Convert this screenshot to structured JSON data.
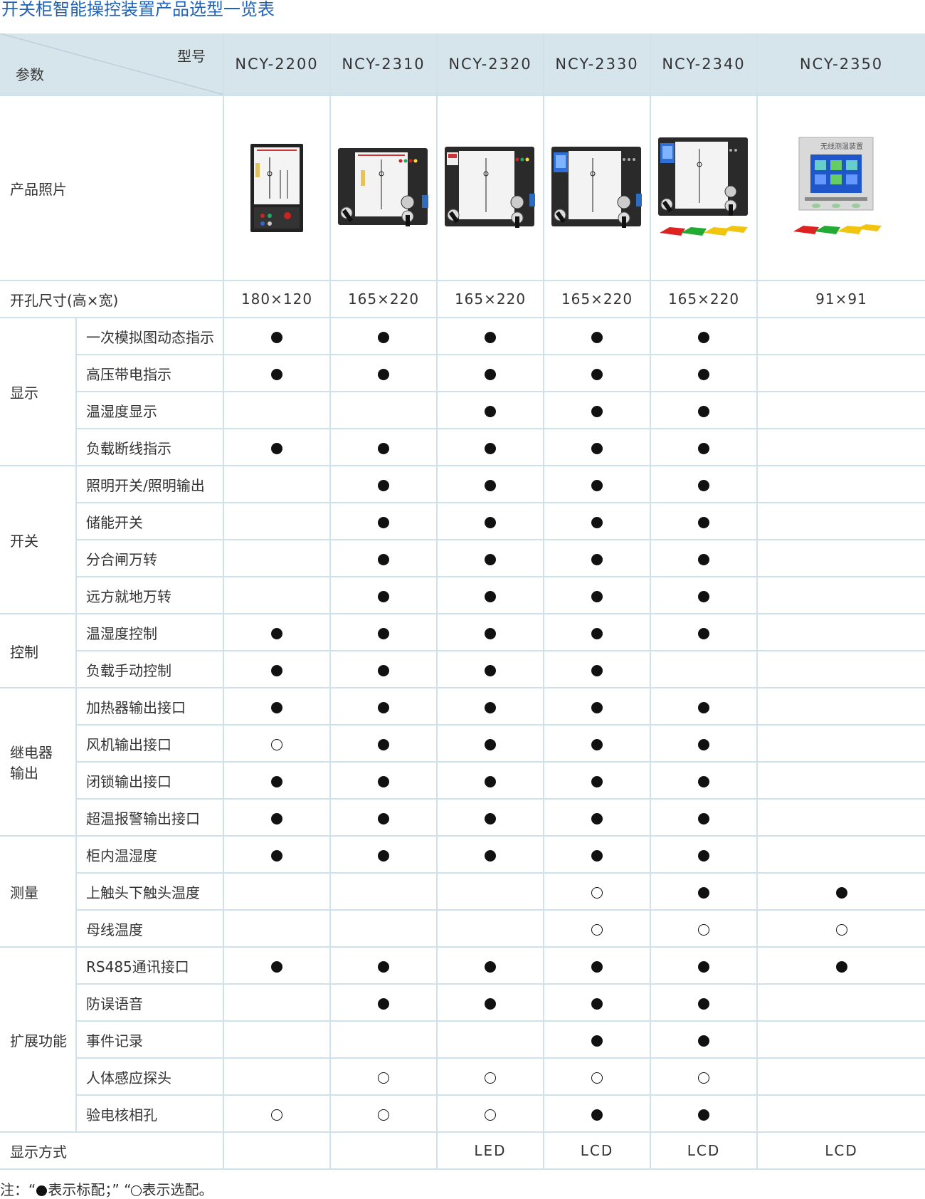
{
  "title": "开关柜智能操控装置产品选型一览表",
  "header": {
    "x_label": "型号",
    "y_label": "参数",
    "models": [
      "NCY-2200",
      "NCY-2310",
      "NCY-2320",
      "NCY-2330",
      "NCY-2340",
      "NCY-2350"
    ]
  },
  "photo_row": {
    "label": "产品照片"
  },
  "cutout_row": {
    "label": "开孔尺寸(高×宽)",
    "values": [
      "180×120",
      "165×220",
      "165×220",
      "165×220",
      "165×220",
      "91×91"
    ]
  },
  "groups": [
    {
      "name": "显示",
      "rows": [
        {
          "label": "一次模拟图动态指示",
          "marks": [
            "●",
            "●",
            "●",
            "●",
            "●",
            ""
          ]
        },
        {
          "label": "高压带电指示",
          "marks": [
            "●",
            "●",
            "●",
            "●",
            "●",
            ""
          ]
        },
        {
          "label": "温湿度显示",
          "marks": [
            "",
            "",
            "●",
            "●",
            "●",
            ""
          ]
        },
        {
          "label": "负载断线指示",
          "marks": [
            "●",
            "●",
            "●",
            "●",
            "●",
            ""
          ]
        }
      ]
    },
    {
      "name": "开关",
      "rows": [
        {
          "label": "照明开关/照明输出",
          "marks": [
            "",
            "●",
            "●",
            "●",
            "●",
            ""
          ]
        },
        {
          "label": "储能开关",
          "marks": [
            "",
            "●",
            "●",
            "●",
            "●",
            ""
          ]
        },
        {
          "label": "分合闸万转",
          "marks": [
            "",
            "●",
            "●",
            "●",
            "●",
            ""
          ]
        },
        {
          "label": "远方就地万转",
          "marks": [
            "",
            "●",
            "●",
            "●",
            "●",
            ""
          ]
        }
      ]
    },
    {
      "name": "控制",
      "rows": [
        {
          "label": "温湿度控制",
          "marks": [
            "●",
            "●",
            "●",
            "●",
            "●",
            ""
          ]
        },
        {
          "label": "负载手动控制",
          "marks": [
            "●",
            "●",
            "●",
            "●",
            "",
            ""
          ]
        }
      ]
    },
    {
      "name": "继电器\n输出",
      "rows": [
        {
          "label": "加热器输出接口",
          "marks": [
            "●",
            "●",
            "●",
            "●",
            "●",
            ""
          ]
        },
        {
          "label": "风机输出接口",
          "marks": [
            "○",
            "●",
            "●",
            "●",
            "●",
            ""
          ]
        },
        {
          "label": "闭锁输出接口",
          "marks": [
            "●",
            "●",
            "●",
            "●",
            "●",
            ""
          ]
        },
        {
          "label": "超温报警输出接口",
          "marks": [
            "●",
            "●",
            "●",
            "●",
            "●",
            ""
          ]
        }
      ]
    },
    {
      "name": "测量",
      "rows": [
        {
          "label": "柜内温湿度",
          "marks": [
            "●",
            "●",
            "●",
            "●",
            "●",
            ""
          ]
        },
        {
          "label": "上触头下触头温度",
          "marks": [
            "",
            "",
            "",
            "○",
            "●",
            "●"
          ]
        },
        {
          "label": "母线温度",
          "marks": [
            "",
            "",
            "",
            "○",
            "○",
            "○"
          ]
        }
      ]
    },
    {
      "name": "扩展功能",
      "rows": [
        {
          "label": "RS485通讯接口",
          "marks": [
            "●",
            "●",
            "●",
            "●",
            "●",
            "●"
          ]
        },
        {
          "label": "防误语音",
          "marks": [
            "",
            "●",
            "●",
            "●",
            "●",
            ""
          ]
        },
        {
          "label": "事件记录",
          "marks": [
            "",
            "",
            "",
            "●",
            "●",
            ""
          ]
        },
        {
          "label": "人体感应探头",
          "marks": [
            "",
            "○",
            "○",
            "○",
            "○",
            ""
          ]
        },
        {
          "label": "验电核相孔",
          "marks": [
            "○",
            "○",
            "○",
            "●",
            "●",
            ""
          ]
        }
      ]
    }
  ],
  "display_mode_row": {
    "label": "显示方式",
    "values": [
      "",
      "",
      "LED",
      "LCD",
      "LCD",
      "LCD"
    ]
  },
  "photo_text": {
    "ncy2350_label": "无线测温装置"
  },
  "note": {
    "prefix": "注：“",
    "standard_text": "表示标配；”",
    "gap": "“",
    "optional_text": "表示选配。"
  }
}
